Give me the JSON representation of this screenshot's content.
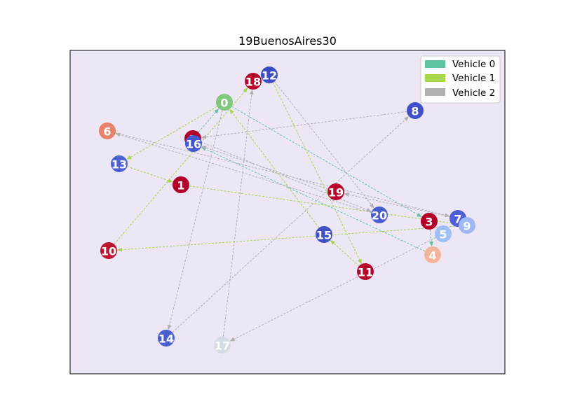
{
  "title": "19BuenosAires30",
  "colors": {
    "background": "#ede6f5",
    "vehicle_0": "#5fc3a0",
    "vehicle_1": "#a6d64a",
    "vehicle_2": "#b0b0b0"
  },
  "legend": [
    {
      "label": "Vehicle 0",
      "color": "#5fc3a0"
    },
    {
      "label": "Vehicle 1",
      "color": "#a6d64a"
    },
    {
      "label": "Vehicle 2",
      "color": "#b0b0b0"
    }
  ],
  "nodes": [
    {
      "id": "0",
      "label": "0",
      "color": "#7fc97f"
    },
    {
      "id": "1",
      "label": "1",
      "color": "#b2002a"
    },
    {
      "id": "2",
      "label": "2",
      "color": "#b2002a"
    },
    {
      "id": "3",
      "label": "3",
      "color": "#b2002a"
    },
    {
      "id": "4",
      "label": "4",
      "color": "#f4b49a"
    },
    {
      "id": "5",
      "label": "5",
      "color": "#a0bff5"
    },
    {
      "id": "6",
      "label": "6",
      "color": "#e8826a"
    },
    {
      "id": "7",
      "label": "7",
      "color": "#4d5fd6"
    },
    {
      "id": "8",
      "label": "8",
      "color": "#4050c8"
    },
    {
      "id": "9",
      "label": "9",
      "color": "#9fb8f5"
    },
    {
      "id": "10",
      "label": "10",
      "color": "#bb1530"
    },
    {
      "id": "11",
      "label": "11",
      "color": "#b5082c"
    },
    {
      "id": "12",
      "label": "12",
      "color": "#3a4cc0"
    },
    {
      "id": "13",
      "label": "13",
      "color": "#4e62d2"
    },
    {
      "id": "14",
      "label": "14",
      "color": "#4a5dd0"
    },
    {
      "id": "15",
      "label": "15",
      "color": "#3f4fc4"
    },
    {
      "id": "16",
      "label": "16",
      "color": "#4358cc"
    },
    {
      "id": "17",
      "label": "17",
      "color": "#d4dbe2"
    },
    {
      "id": "18",
      "label": "18",
      "color": "#b5082c"
    },
    {
      "id": "19",
      "label": "19",
      "color": "#b5082c"
    },
    {
      "id": "20",
      "label": "20",
      "color": "#4a5dd0"
    }
  ],
  "edges": [
    {
      "from": "0",
      "to": "3",
      "vehicle": 0
    },
    {
      "from": "3",
      "to": "4",
      "vehicle": 0
    },
    {
      "from": "4",
      "to": "16",
      "vehicle": 0
    },
    {
      "from": "2",
      "to": "0",
      "vehicle": 0
    },
    {
      "from": "0",
      "to": "13",
      "vehicle": 1
    },
    {
      "from": "13",
      "to": "1",
      "vehicle": 1
    },
    {
      "from": "1",
      "to": "9",
      "vehicle": 1
    },
    {
      "from": "9",
      "to": "10",
      "vehicle": 1
    },
    {
      "from": "10",
      "to": "18",
      "vehicle": 1
    },
    {
      "from": "12",
      "to": "11",
      "vehicle": 1
    },
    {
      "from": "11",
      "to": "15",
      "vehicle": 1
    },
    {
      "from": "15",
      "to": "0",
      "vehicle": 1
    },
    {
      "from": "0",
      "to": "14",
      "vehicle": 2
    },
    {
      "from": "14",
      "to": "8",
      "vehicle": 2
    },
    {
      "from": "8",
      "to": "2",
      "vehicle": 2
    },
    {
      "from": "2",
      "to": "20",
      "vehicle": 2
    },
    {
      "from": "20",
      "to": "6",
      "vehicle": 2
    },
    {
      "from": "6",
      "to": "7",
      "vehicle": 2
    },
    {
      "from": "7",
      "to": "19",
      "vehicle": 2
    },
    {
      "from": "19",
      "to": "16",
      "vehicle": 2
    },
    {
      "from": "12",
      "to": "20",
      "vehicle": 2
    },
    {
      "from": "5",
      "to": "17",
      "vehicle": 2
    },
    {
      "from": "17",
      "to": "18",
      "vehicle": 2
    }
  ]
}
